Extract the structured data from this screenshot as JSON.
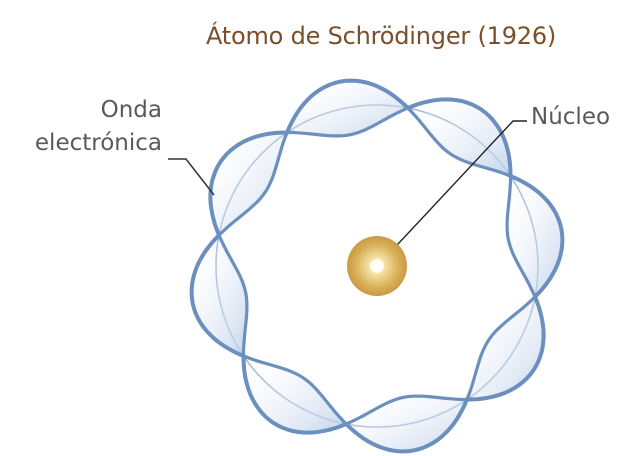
{
  "title": "Átomo de Schrödinger (1926)",
  "labels": {
    "wave_line1": "Onda",
    "wave_line2": "electrónica",
    "nucleus": "Núcleo"
  },
  "colors": {
    "title": "#7a4f2a",
    "label": "#5a5a5a",
    "wave_stroke": "#6b8fbe",
    "wave_fill": "#c8d8ee",
    "nucleus_outer": "#cfa550",
    "nucleus_inner": "#fffbe8",
    "leader_line": "#222222"
  },
  "diagram": {
    "lobes": 8,
    "description_free": true
  }
}
